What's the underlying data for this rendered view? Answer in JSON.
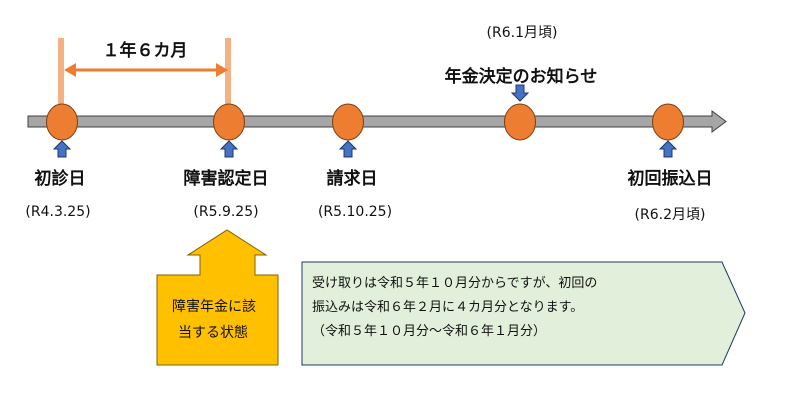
{
  "span_label": "１年６カ月",
  "events": [
    {
      "label": "初診日",
      "date": "(R4.3.25)"
    },
    {
      "label": "障害認定日",
      "date": "(R5.9.25)"
    },
    {
      "label": "請求日",
      "date": "(R5.10.25)"
    },
    {
      "label": "年金決定のお知らせ",
      "date": "(R6.1月頃)"
    },
    {
      "label": "初回振込日",
      "date": "(R6.2月頃)"
    }
  ],
  "status_box": {
    "lines": [
      "障害年金に該",
      "当する状態"
    ]
  },
  "info_box": {
    "lines": [
      "受け取りは令和５年１０月分からですが、初回の",
      "振込みは令和６年２月に４カ月分となります。",
      "（令和５年１０月分～令和６年１月分）"
    ]
  },
  "colors": {
    "timeline": "#a6a6a6",
    "node": "#ed7d31",
    "bracket": "#f4b183",
    "pointer": "#4472c4",
    "status": "#ffc000",
    "info": "#e2efda"
  }
}
